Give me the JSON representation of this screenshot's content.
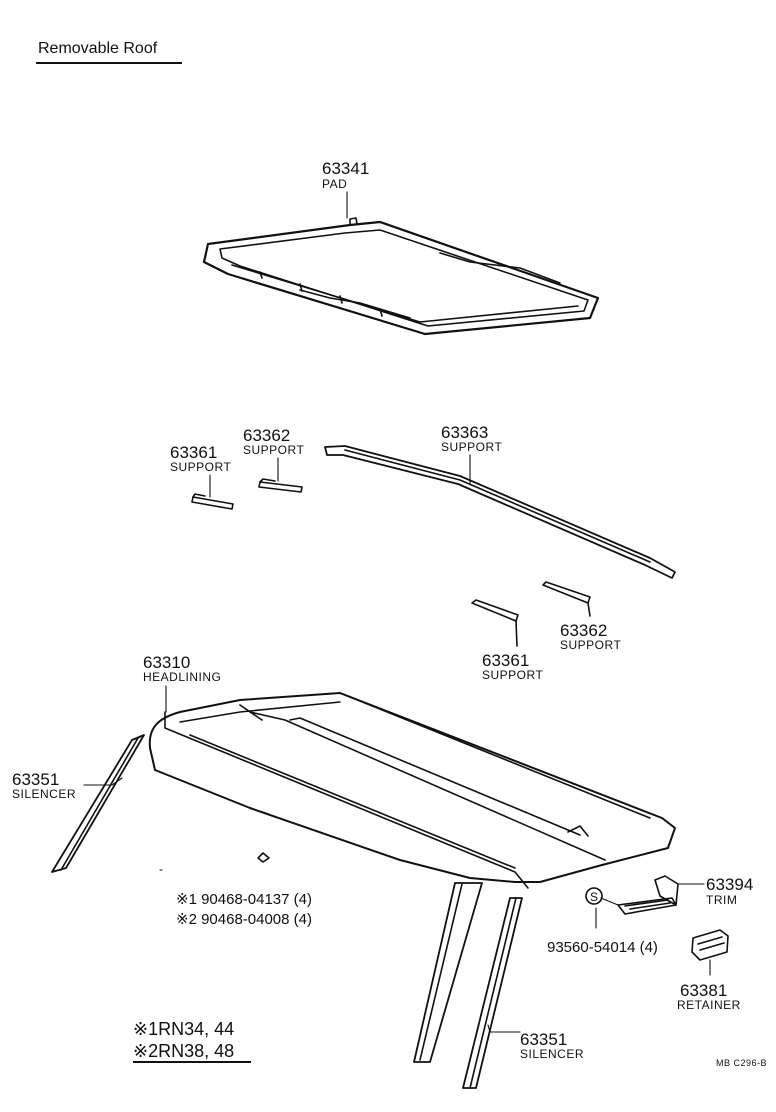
{
  "title": "Removable Roof",
  "reference": "MB C296-B",
  "parts": {
    "pad": {
      "number": "63341",
      "name": "PAD"
    },
    "support_61_left": {
      "number": "63361",
      "name": "SUPPORT"
    },
    "support_62_left": {
      "number": "63362",
      "name": "SUPPORT"
    },
    "support_63": {
      "number": "63363",
      "name": "SUPPORT"
    },
    "support_62_right": {
      "number": "63362",
      "name": "SUPPORT"
    },
    "support_61_right": {
      "number": "63361",
      "name": "SUPPORT"
    },
    "headlining": {
      "number": "63310",
      "name": "HEADLINING"
    },
    "silencer_left": {
      "number": "63351",
      "name": "SILENCER"
    },
    "silencer_bottom": {
      "number": "63351",
      "name": "SILENCER"
    },
    "trim": {
      "number": "63394",
      "name": "TRIM"
    },
    "retainer": {
      "number": "63381",
      "name": "RETAINER"
    }
  },
  "fasteners": {
    "clip_1": "※1 90468-04137 (4)",
    "clip_2": "※2 90468-04008 (4)",
    "screw": "93560-54014 (4)",
    "screw_symbol": "S"
  },
  "legend": {
    "row1": "※1RN34, 44",
    "row2": "※2RN38, 48"
  }
}
